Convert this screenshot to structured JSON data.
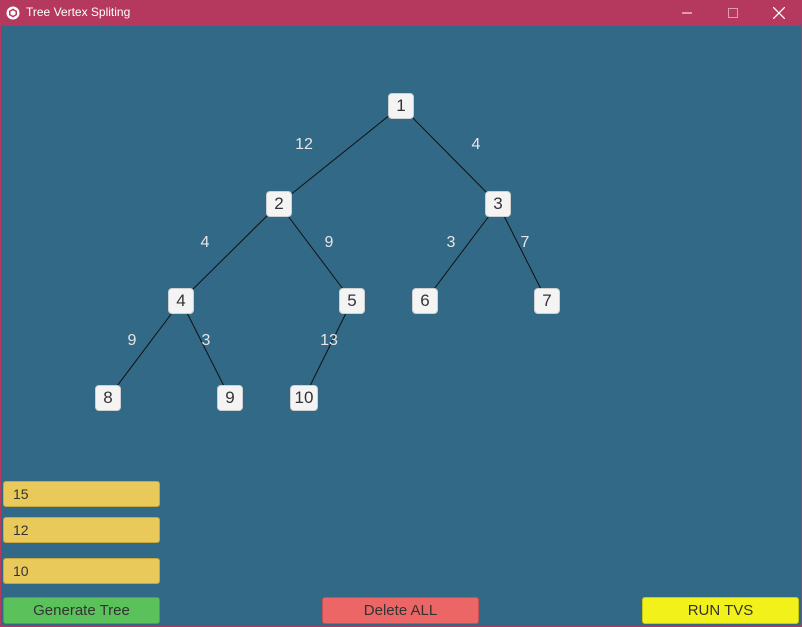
{
  "window": {
    "title": "Tree Vertex Spliting",
    "controls": [
      "minimize-icon",
      "maximize-icon",
      "close-icon"
    ],
    "accent_color": "#b5385e"
  },
  "canvas": {
    "background": "#326987"
  },
  "tree": {
    "nodes": [
      {
        "id": "1",
        "label": "1"
      },
      {
        "id": "2",
        "label": "2"
      },
      {
        "id": "3",
        "label": "3"
      },
      {
        "id": "4",
        "label": "4"
      },
      {
        "id": "5",
        "label": "5"
      },
      {
        "id": "6",
        "label": "6"
      },
      {
        "id": "7",
        "label": "7"
      },
      {
        "id": "8",
        "label": "8"
      },
      {
        "id": "9",
        "label": "9"
      },
      {
        "id": "10",
        "label": "10"
      }
    ],
    "edges": [
      {
        "from": "1",
        "to": "2",
        "weight": "12"
      },
      {
        "from": "1",
        "to": "3",
        "weight": "4"
      },
      {
        "from": "2",
        "to": "4",
        "weight": "4"
      },
      {
        "from": "2",
        "to": "5",
        "weight": "9"
      },
      {
        "from": "3",
        "to": "6",
        "weight": "3"
      },
      {
        "from": "3",
        "to": "7",
        "weight": "7"
      },
      {
        "from": "4",
        "to": "8",
        "weight": "9"
      },
      {
        "from": "4",
        "to": "9",
        "weight": "3"
      },
      {
        "from": "5",
        "to": "10",
        "weight": "13"
      }
    ]
  },
  "inputs": [
    {
      "value": "15"
    },
    {
      "value": "12"
    },
    {
      "value": "10"
    }
  ],
  "buttons": {
    "generate": "Generate Tree",
    "delete_all": "Delete ALL",
    "run": "RUN TVS"
  }
}
